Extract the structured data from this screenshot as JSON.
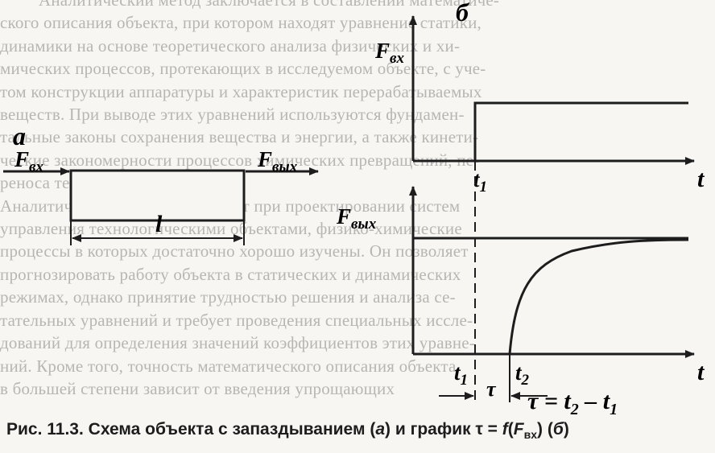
{
  "background_text": [
    "Аналитический метод заключается в составлении математиче-",
    "ского описания объекта, при котором находят уравнение статики,",
    "динамики на основе теоретического анализа физических и хи-",
    "мических процессов, протекающих в исследуемом объекте, с уче-",
    "том конструкции аппаратуры и характеристик перерабатываемых",
    "веществ. При выводе этих уравнений используются фундамен-",
    "тальные законы сохранения вещества и энергии, а также кинети-",
    "ческие закономерности процессов химических превращений, пе-",
    "реноса тепла и массы.",
    "    Аналитический метод применяют при проектировании систем",
    "управления технологическими объектами, физико-химические",
    "процессы в которых достаточно хорошо изучены. Он позволяет",
    "прогнозировать работу объекта в статических и динамических",
    "режимах, однако принятие трудностью решения и анализа се-",
    "тательных уравнений и требует проведения специальных иссле-",
    "дований для определения значений коэффициентов этих уравне-",
    "ний. Кроме того, точность математического описания объекта",
    "в большей степени зависит от введения упрощающих"
  ],
  "figure_a": {
    "label": "а",
    "input": {
      "symbol": "F",
      "sub": "вх"
    },
    "output": {
      "symbol": "F",
      "sub": "вых"
    },
    "length": "l"
  },
  "figure_b": {
    "label": "б",
    "top_axis": {
      "y_symbol": "F",
      "y_sub": "вх",
      "x_label": "t",
      "t1": "t",
      "t1_sub": "1"
    },
    "bottom_axis": {
      "y_symbol": "F",
      "y_sub": "вых",
      "x_label": "t",
      "t1": "t",
      "t1_sub": "1",
      "t2": "t",
      "t2_sub": "2"
    },
    "tau": {
      "lhs": "τ = ",
      "a": "t",
      "a_sub": "2",
      "minus": " – ",
      "b": "t",
      "b_sub": "1",
      "tau_mark": "τ"
    }
  },
  "caption": {
    "prefix": "Рис. 11.3. Схема объекта с запаздыванием (",
    "a": "а",
    "mid": ") и график τ = ",
    "f": "f",
    "paren_open": "(",
    "F": "F",
    "F_sub": "вх",
    "paren_close": ")",
    "space": " (",
    "b": "б",
    "end": ")"
  }
}
